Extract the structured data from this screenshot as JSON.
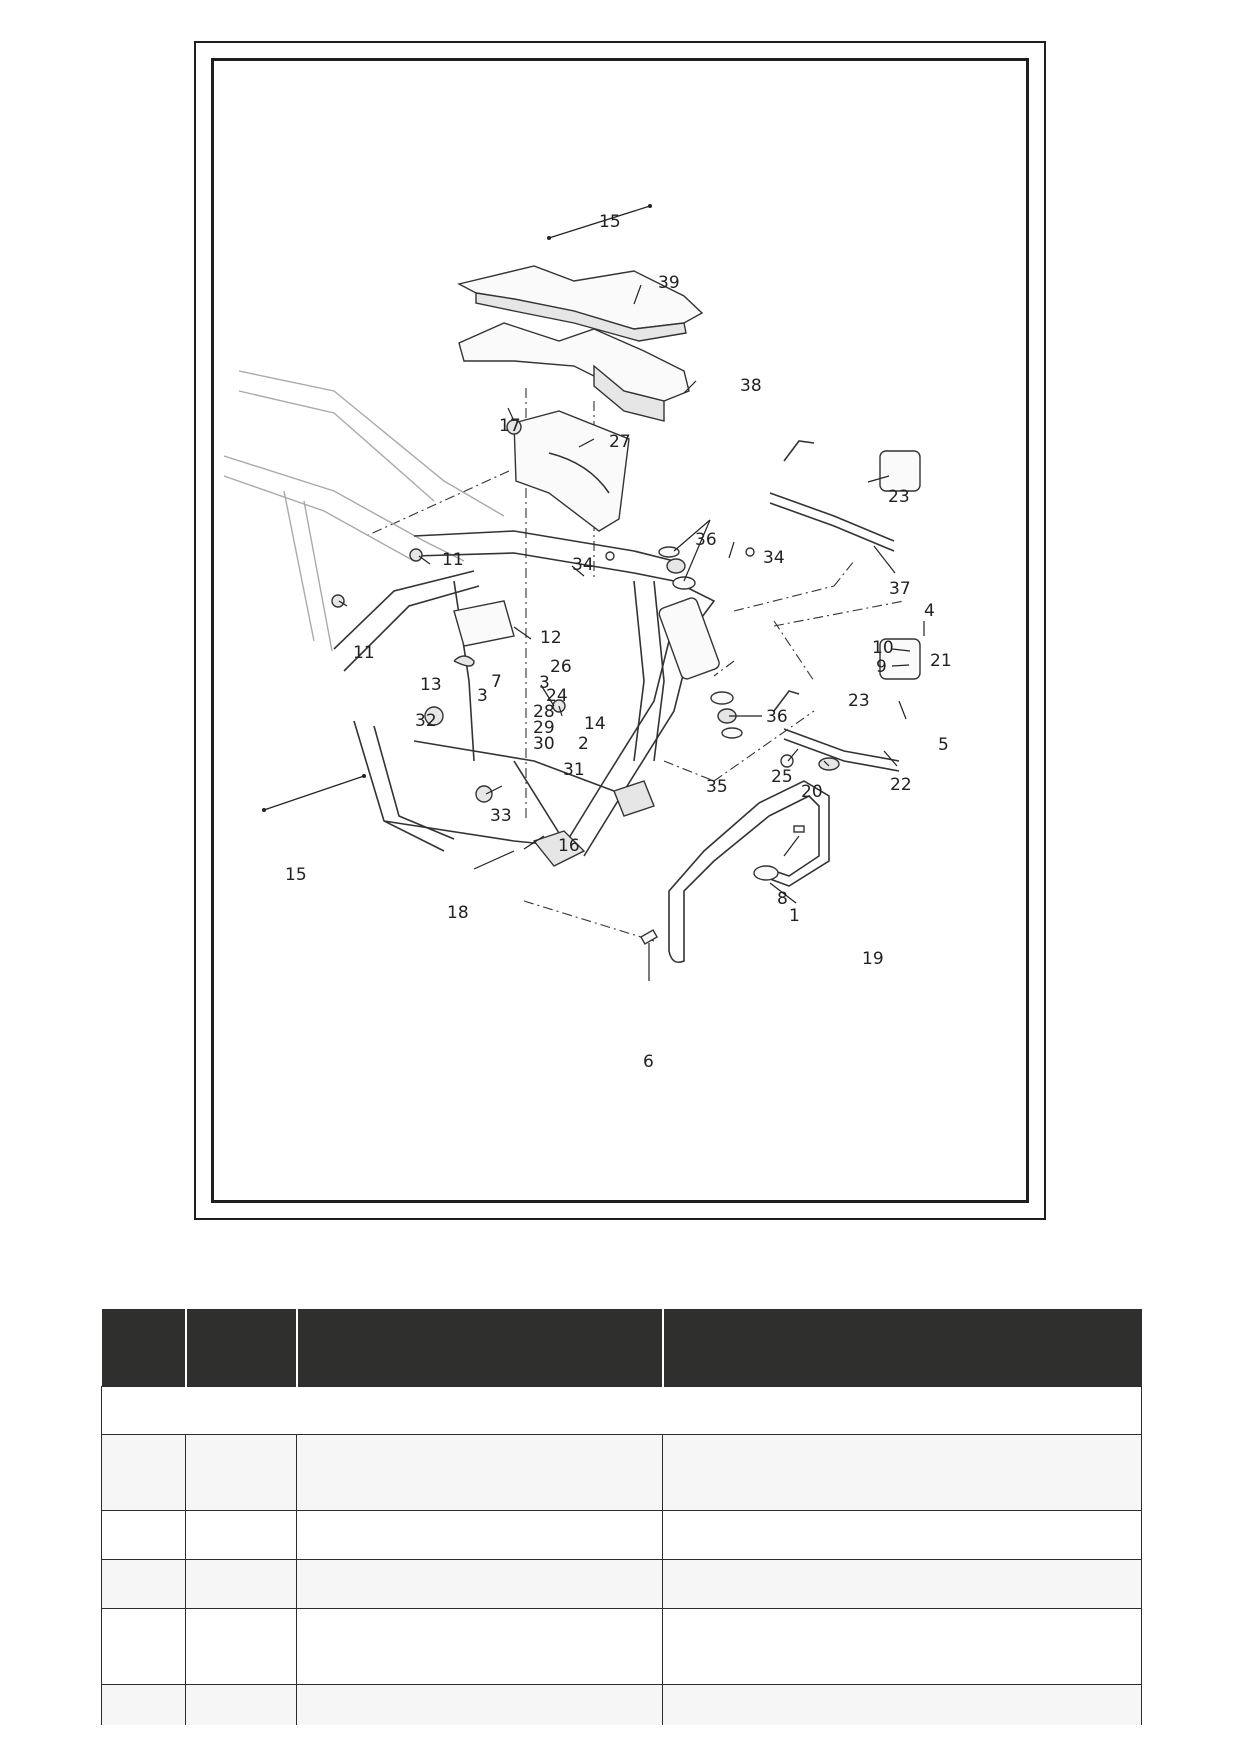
{
  "diagram": {
    "callouts": [
      "15",
      "39",
      "38",
      "17",
      "27",
      "23",
      "36",
      "34",
      "37",
      "11",
      "11",
      "34",
      "12",
      "26",
      "13",
      "3",
      "7",
      "3",
      "4",
      "10",
      "9",
      "21",
      "23",
      "5",
      "24",
      "28",
      "29",
      "30",
      "14",
      "2",
      "32",
      "31",
      "36",
      "25",
      "20",
      "22",
      "35",
      "33",
      "16",
      "15",
      "18",
      "8",
      "1",
      "19",
      "6"
    ]
  },
  "table": {
    "headers": [
      "",
      "",
      "",
      ""
    ],
    "group_label": "",
    "rows": [
      [
        "",
        "",
        "",
        ""
      ],
      [
        "",
        "",
        "",
        ""
      ],
      [
        "",
        "",
        "",
        ""
      ],
      [
        "",
        "",
        "",
        ""
      ],
      [
        "",
        "",
        "",
        ""
      ]
    ]
  }
}
